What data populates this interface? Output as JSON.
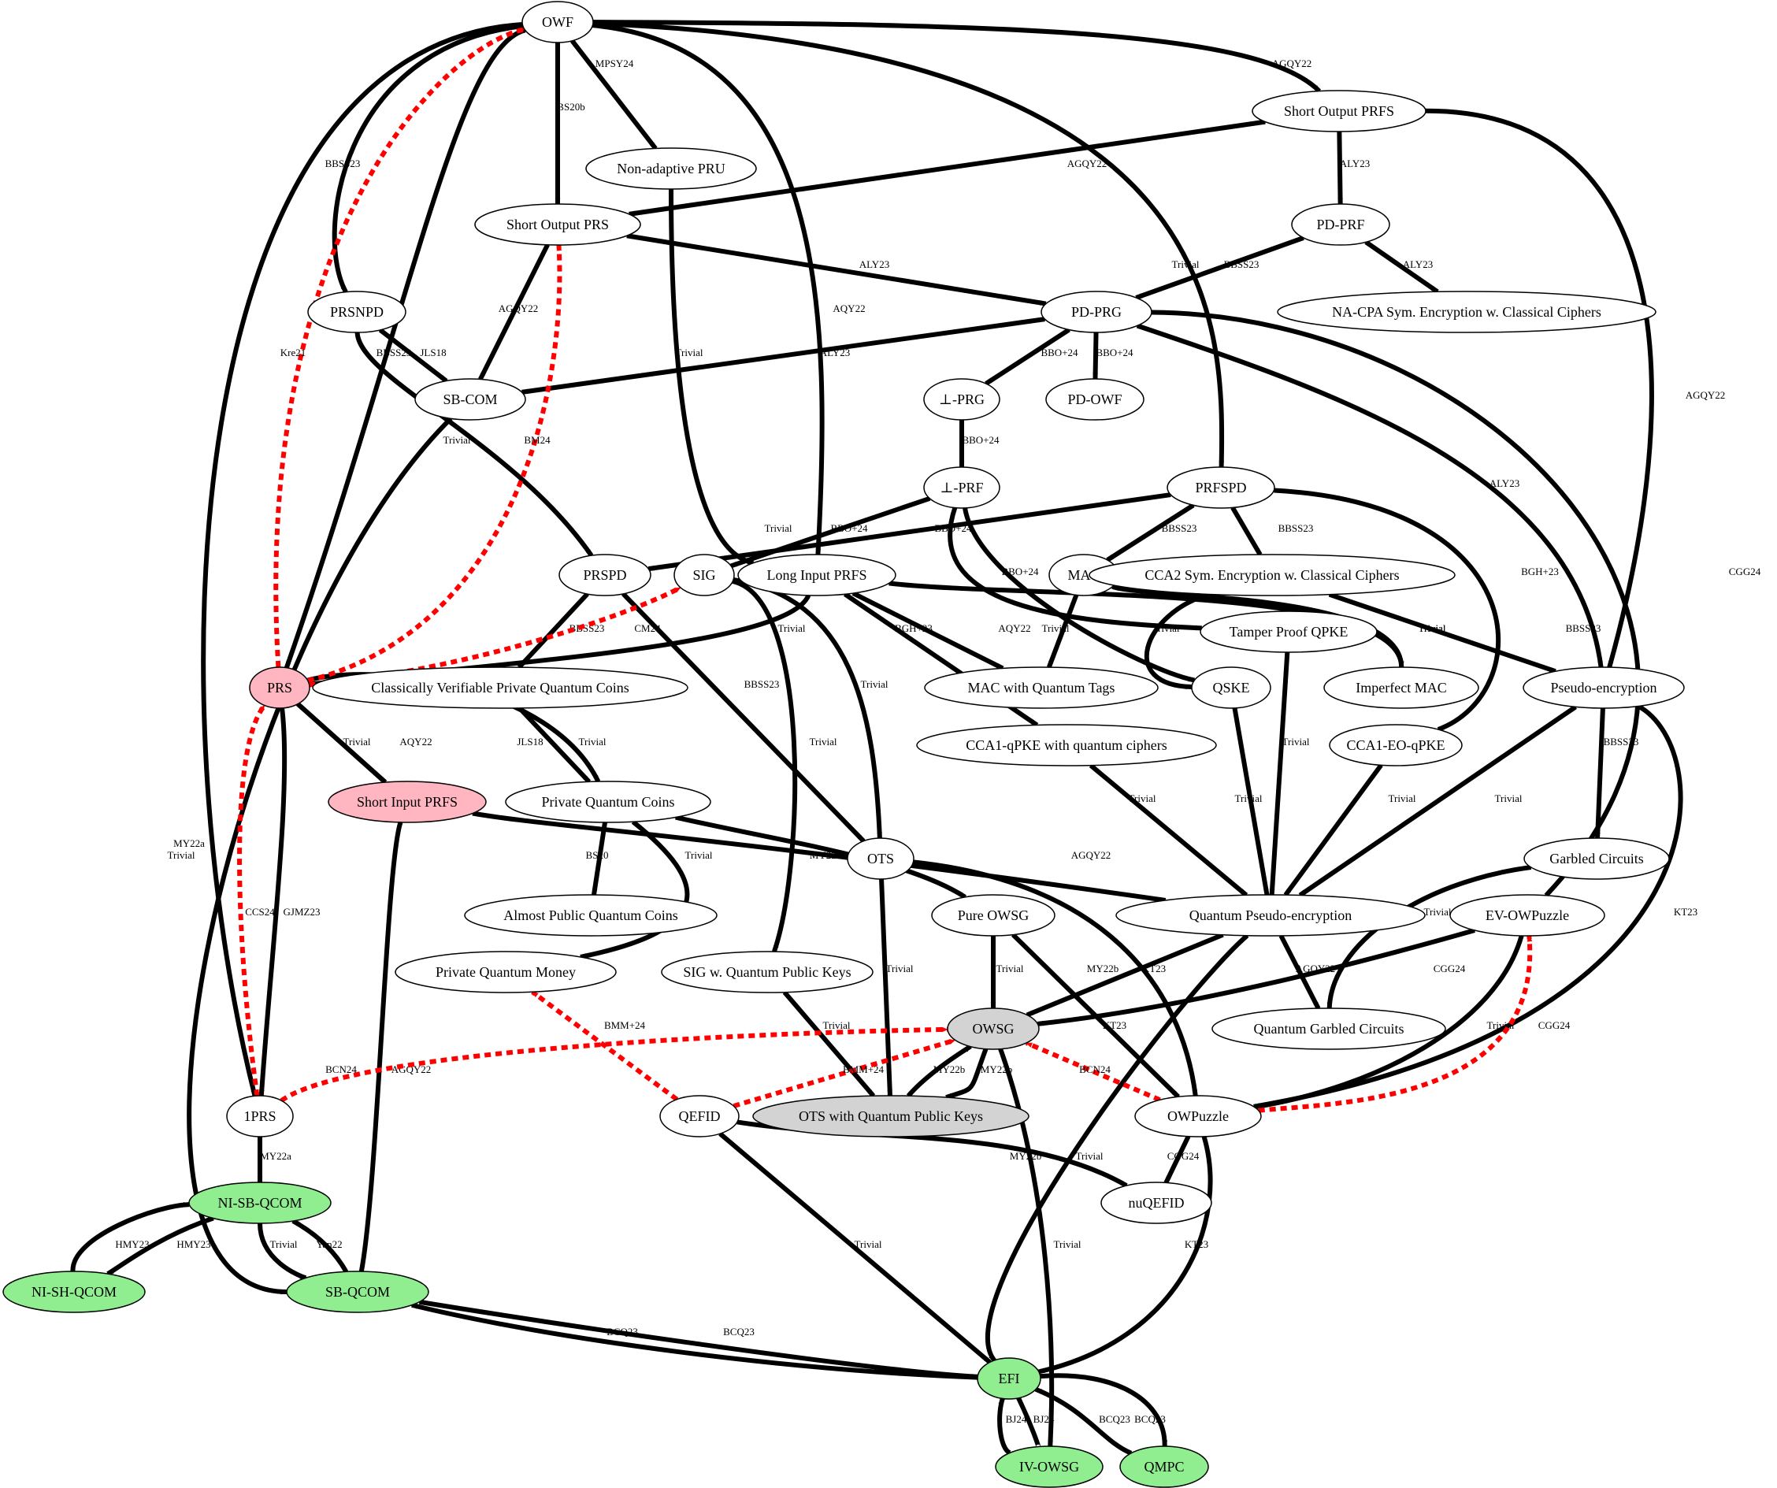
{
  "colors": {
    "background": "#ffffff",
    "stroke": "#000000",
    "dashed": "#ff0000",
    "node_default": "#ffffff",
    "node_pink": "#ffb6c1",
    "node_green": "#90ee90",
    "node_gray": "#d3d3d3"
  },
  "nodes": [
    {
      "id": "OWF",
      "label": "OWF",
      "fill": "default"
    },
    {
      "id": "SOPRFS",
      "label": "Short Output PRFS",
      "fill": "default"
    },
    {
      "id": "NAPRU",
      "label": "Non-adaptive PRU",
      "fill": "default"
    },
    {
      "id": "SOPRS",
      "label": "Short Output PRS",
      "fill": "default"
    },
    {
      "id": "PDPRF",
      "label": "PD-PRF",
      "fill": "default"
    },
    {
      "id": "PRSNPD",
      "label": "PRSNPD",
      "fill": "default"
    },
    {
      "id": "PDPRG",
      "label": "PD-PRG",
      "fill": "default"
    },
    {
      "id": "NACPA",
      "label": "NA-CPA Sym. Encryption w. Classical Ciphers",
      "fill": "default"
    },
    {
      "id": "SBCOM",
      "label": "SB-COM",
      "fill": "default"
    },
    {
      "id": "PRG_",
      "label": "⊥-PRG",
      "fill": "default"
    },
    {
      "id": "PDOWF",
      "label": "PD-OWF",
      "fill": "default"
    },
    {
      "id": "PRF_",
      "label": "⊥-PRF",
      "fill": "default"
    },
    {
      "id": "PRFSPD",
      "label": "PRFSPD",
      "fill": "default"
    },
    {
      "id": "PRSPD",
      "label": "PRSPD",
      "fill": "default"
    },
    {
      "id": "SIG",
      "label": "SIG",
      "fill": "default"
    },
    {
      "id": "LIPRFS",
      "label": "Long Input PRFS",
      "fill": "default"
    },
    {
      "id": "MAC",
      "label": "MAC",
      "fill": "default"
    },
    {
      "id": "CCA2",
      "label": "CCA2 Sym. Encryption w. Classical Ciphers",
      "fill": "default"
    },
    {
      "id": "TPQPKE",
      "label": "Tamper Proof QPKE",
      "fill": "default"
    },
    {
      "id": "PRS",
      "label": "PRS",
      "fill": "pink"
    },
    {
      "id": "CVPQC",
      "label": "Classically Verifiable Private Quantum Coins",
      "fill": "default"
    },
    {
      "id": "MACQT",
      "label": "MAC with Quantum Tags",
      "fill": "default"
    },
    {
      "id": "QSKE",
      "label": "QSKE",
      "fill": "default"
    },
    {
      "id": "IMAC",
      "label": "Imperfect MAC",
      "fill": "default"
    },
    {
      "id": "PSE",
      "label": "Pseudo-encryption",
      "fill": "default"
    },
    {
      "id": "CCA1Q",
      "label": "CCA1-qPKE with quantum ciphers",
      "fill": "default"
    },
    {
      "id": "CCA1EO",
      "label": "CCA1-EO-qPKE",
      "fill": "default"
    },
    {
      "id": "SIPRFS",
      "label": "Short Input PRFS",
      "fill": "pink"
    },
    {
      "id": "PQC",
      "label": "Private Quantum Coins",
      "fill": "default"
    },
    {
      "id": "OTS",
      "label": "OTS",
      "fill": "default"
    },
    {
      "id": "GC",
      "label": "Garbled Circuits",
      "fill": "default"
    },
    {
      "id": "APQC",
      "label": "Almost Public Quantum Coins",
      "fill": "default"
    },
    {
      "id": "POWSG",
      "label": "Pure OWSG",
      "fill": "default"
    },
    {
      "id": "QPSE",
      "label": "Quantum Pseudo-encryption",
      "fill": "default"
    },
    {
      "id": "EVOWP",
      "label": "EV-OWPuzzle",
      "fill": "default"
    },
    {
      "id": "PQM",
      "label": "Private Quantum Money",
      "fill": "default"
    },
    {
      "id": "SIGQPK",
      "label": "SIG w. Quantum Public Keys",
      "fill": "default"
    },
    {
      "id": "OWSG",
      "label": "OWSG",
      "fill": "gray"
    },
    {
      "id": "QGC",
      "label": "Quantum Garbled Circuits",
      "fill": "default"
    },
    {
      "id": "OTSQPK",
      "label": "OTS with Quantum Public Keys",
      "fill": "gray"
    },
    {
      "id": "ONEPRS",
      "label": "1PRS",
      "fill": "default"
    },
    {
      "id": "QEFID",
      "label": "QEFID",
      "fill": "default"
    },
    {
      "id": "OWP",
      "label": "OWPuzzle",
      "fill": "default"
    },
    {
      "id": "NISBQ",
      "label": "NI-SB-QCOM",
      "fill": "green"
    },
    {
      "id": "NUQEFID",
      "label": "nuQEFID",
      "fill": "default"
    },
    {
      "id": "NISHQ",
      "label": "NI-SH-QCOM",
      "fill": "green"
    },
    {
      "id": "SBQ",
      "label": "SB-QCOM",
      "fill": "green"
    },
    {
      "id": "EFI",
      "label": "EFI",
      "fill": "green"
    },
    {
      "id": "IVOWSG",
      "label": "IV-OWSG",
      "fill": "green"
    },
    {
      "id": "QMPC",
      "label": "QMPC",
      "fill": "green"
    }
  ],
  "edges": [
    {
      "from": "OWF",
      "to": "SOPRFS",
      "label": "AGQY22",
      "style": "solid"
    },
    {
      "from": "OWF",
      "to": "NAPRU",
      "label": "MPSY24",
      "style": "solid"
    },
    {
      "from": "OWF",
      "to": "SOPRS",
      "label": "BS20b",
      "style": "solid"
    },
    {
      "from": "OWF",
      "to": "PRSNPD",
      "label": "BBSS23",
      "style": "solid"
    },
    {
      "from": "OWF",
      "to": "PRS",
      "label": "JLS18",
      "style": "solid"
    },
    {
      "from": "OWF",
      "to": "LIPRFS",
      "label": "AQY22",
      "style": "solid"
    },
    {
      "from": "OWF",
      "to": "PRFSPD",
      "label": "BBSS23",
      "style": "solid"
    },
    {
      "from": "OWF",
      "to": "ONEPRS",
      "label": "MY22a",
      "style": "solid"
    },
    {
      "from": "SOPRFS",
      "to": "SOPRS",
      "label": "AGQY22",
      "style": "solid"
    },
    {
      "from": "SOPRFS",
      "to": "PDPRF",
      "label": "ALY23",
      "style": "solid"
    },
    {
      "from": "SOPRFS",
      "to": "PSE",
      "label": "AGQY22",
      "style": "solid"
    },
    {
      "from": "SOPRS",
      "to": "PDPRG",
      "label": "ALY23",
      "style": "solid"
    },
    {
      "from": "SOPRS",
      "to": "SBCOM",
      "label": "AGQY22",
      "style": "solid"
    },
    {
      "from": "PDPRF",
      "to": "PDPRG",
      "label": "Trivial",
      "style": "solid"
    },
    {
      "from": "PDPRF",
      "to": "NACPA",
      "label": "ALY23",
      "style": "solid"
    },
    {
      "from": "PRSNPD",
      "to": "SBCOM",
      "label": "BBSS23",
      "style": "solid"
    },
    {
      "from": "PRSNPD",
      "to": "PRSPD",
      "label": "Trivial",
      "style": "solid"
    },
    {
      "from": "PDPRG",
      "to": "SBCOM",
      "label": "ALY23",
      "style": "solid"
    },
    {
      "from": "PDPRG",
      "to": "PRG_",
      "label": "BBO+24",
      "style": "solid"
    },
    {
      "from": "PDPRG",
      "to": "PDOWF",
      "label": "BBO+24",
      "style": "solid"
    },
    {
      "from": "PDPRG",
      "to": "PSE",
      "label": "ALY23",
      "style": "solid"
    },
    {
      "from": "PDPRG",
      "to": "EVOWP",
      "label": "CGG24",
      "style": "solid"
    },
    {
      "from": "PRG_",
      "to": "PRF_",
      "label": "BBO+24",
      "style": "solid"
    },
    {
      "from": "PRF_",
      "to": "SIG",
      "label": "BBO+24",
      "style": "solid"
    },
    {
      "from": "PRF_",
      "to": "TPQPKE",
      "label": "BBO+24",
      "style": "solid"
    },
    {
      "from": "PRF_",
      "to": "QSKE",
      "label": "BBO+24",
      "style": "solid"
    },
    {
      "from": "NAPRU",
      "to": "LIPRFS",
      "label": "Trivial",
      "style": "solid"
    },
    {
      "from": "PRFSPD",
      "to": "PRSPD",
      "label": "Trivial",
      "style": "solid"
    },
    {
      "from": "PRFSPD",
      "to": "MAC",
      "label": "BBSS23",
      "style": "solid"
    },
    {
      "from": "PRFSPD",
      "to": "CCA2",
      "label": "BBSS23",
      "style": "solid"
    },
    {
      "from": "PRFSPD",
      "to": "CCA1EO",
      "label": "BGH+23",
      "style": "solid"
    },
    {
      "from": "PRSPD",
      "to": "CVPQC",
      "label": "BBSS23",
      "style": "solid"
    },
    {
      "from": "PRSPD",
      "to": "OTS",
      "label": "BBSS23",
      "style": "solid"
    },
    {
      "from": "LIPRFS",
      "to": "PRS",
      "label": "Trivial",
      "style": "solid"
    },
    {
      "from": "LIPRFS",
      "to": "MACQT",
      "label": "AQY22",
      "style": "solid"
    },
    {
      "from": "LIPRFS",
      "to": "CCA1Q",
      "label": "BGH+23",
      "style": "solid"
    },
    {
      "from": "LIPRFS",
      "to": "IMAC",
      "label": "Trivial",
      "style": "solid"
    },
    {
      "from": "MAC",
      "to": "MACQT",
      "label": "Trivial",
      "style": "solid"
    },
    {
      "from": "MAC",
      "to": "IMAC",
      "label": "Trivial",
      "style": "solid"
    },
    {
      "from": "CCA2",
      "to": "QSKE",
      "label": "Trivial",
      "style": "solid"
    },
    {
      "from": "CCA2",
      "to": "PSE",
      "label": "BBSS23",
      "style": "solid"
    },
    {
      "from": "SIG",
      "to": "OTS",
      "label": "Trivial",
      "style": "solid"
    },
    {
      "from": "SIG",
      "to": "SIGQPK",
      "label": "Trivial",
      "style": "solid"
    },
    {
      "from": "SBCOM",
      "to": "SBQ",
      "label": "Trivial",
      "style": "solid"
    },
    {
      "from": "PRS",
      "to": "SIPRFS",
      "label": "AQY22",
      "style": "solid"
    },
    {
      "from": "PRS",
      "to": "PQC",
      "label": "JLS18",
      "style": "solid"
    },
    {
      "from": "PRS",
      "to": "ONEPRS",
      "label": "GJMZ23",
      "style": "solid"
    },
    {
      "from": "SIPRFS",
      "to": "PRS",
      "label": "Trivial",
      "style": "solid"
    },
    {
      "from": "SIPRFS",
      "to": "SBQ",
      "label": "AGQY22",
      "style": "solid"
    },
    {
      "from": "SIPRFS",
      "to": "QPSE",
      "label": "AGQY22",
      "style": "solid"
    },
    {
      "from": "CVPQC",
      "to": "PQC",
      "label": "Trivial",
      "style": "solid"
    },
    {
      "from": "PQC",
      "to": "APQC",
      "label": "BS20",
      "style": "solid"
    },
    {
      "from": "PQC",
      "to": "PQM",
      "label": "Trivial",
      "style": "solid"
    },
    {
      "from": "PQC",
      "to": "POWSG",
      "label": "MY22b",
      "style": "solid"
    },
    {
      "from": "TPQPKE",
      "to": "QPSE",
      "label": "Trivial",
      "style": "solid"
    },
    {
      "from": "QSKE",
      "to": "QPSE",
      "label": "Trivial",
      "style": "solid"
    },
    {
      "from": "CCA1Q",
      "to": "QPSE",
      "label": "Trivial",
      "style": "solid"
    },
    {
      "from": "CCA1EO",
      "to": "QPSE",
      "label": "Trivial",
      "style": "solid"
    },
    {
      "from": "PSE",
      "to": "QPSE",
      "label": "Trivial",
      "style": "solid"
    },
    {
      "from": "PSE",
      "to": "GC",
      "label": "BBSS23",
      "style": "solid"
    },
    {
      "from": "PSE",
      "to": "OWP",
      "label": "KT23",
      "style": "solid"
    },
    {
      "from": "GC",
      "to": "QGC",
      "label": "Trivial",
      "style": "solid"
    },
    {
      "from": "OTS",
      "to": "OTSQPK",
      "label": "Trivial",
      "style": "solid"
    },
    {
      "from": "OTS",
      "to": "OWP",
      "label": "KT23",
      "style": "solid"
    },
    {
      "from": "POWSG",
      "to": "OWSG",
      "label": "Trivial",
      "style": "solid"
    },
    {
      "from": "POWSG",
      "to": "OWP",
      "label": "KT23",
      "style": "solid"
    },
    {
      "from": "QPSE",
      "to": "OWSG",
      "label": "MY22b",
      "style": "solid"
    },
    {
      "from": "QPSE",
      "to": "QGC",
      "label": "AGQY22",
      "style": "solid"
    },
    {
      "from": "QPSE",
      "to": "EFI",
      "label": "MY22b",
      "style": "solid"
    },
    {
      "from": "EVOWP",
      "to": "OWSG",
      "label": "CGG24",
      "style": "solid"
    },
    {
      "from": "EVOWP",
      "to": "OWP",
      "label": "Trivial",
      "style": "solid"
    },
    {
      "from": "SIGQPK",
      "to": "OTSQPK",
      "label": "Trivial",
      "style": "solid"
    },
    {
      "from": "OWSG",
      "to": "OTSQPK",
      "label": "MY22b",
      "style": "solid"
    },
    {
      "from": "OTSQPK",
      "to": "OWSG",
      "label": "MY22b",
      "style": "solid"
    },
    {
      "from": "OWSG",
      "to": "IVOWSG",
      "label": "Trivial",
      "style": "solid"
    },
    {
      "from": "OWP",
      "to": "NUQEFID",
      "label": "CGG24",
      "style": "solid"
    },
    {
      "from": "OWP",
      "to": "EFI",
      "label": "KT23",
      "style": "solid"
    },
    {
      "from": "QEFID",
      "to": "NUQEFID",
      "label": "Trivial",
      "style": "solid"
    },
    {
      "from": "QEFID",
      "to": "EFI",
      "label": "Trivial",
      "style": "solid"
    },
    {
      "from": "ONEPRS",
      "to": "NISBQ",
      "label": "MY22a",
      "style": "solid"
    },
    {
      "from": "NISBQ",
      "to": "NISHQ",
      "label": "HMY23",
      "style": "solid"
    },
    {
      "from": "NISHQ",
      "to": "NISBQ",
      "label": "HMY23",
      "style": "solid"
    },
    {
      "from": "NISBQ",
      "to": "SBQ",
      "label": "Trivial",
      "style": "solid"
    },
    {
      "from": "SBQ",
      "to": "NISBQ",
      "label": "Yan22",
      "style": "solid"
    },
    {
      "from": "SBQ",
      "to": "EFI",
      "label": "BCQ23",
      "style": "solid"
    },
    {
      "from": "EFI",
      "to": "SBQ",
      "label": "BCQ23",
      "style": "solid"
    },
    {
      "from": "EFI",
      "to": "QMPC",
      "label": "BCQ23",
      "style": "solid"
    },
    {
      "from": "QMPC",
      "to": "EFI",
      "label": "BCQ23",
      "style": "solid"
    },
    {
      "from": "EFI",
      "to": "IVOWSG",
      "label": "BJ24",
      "style": "solid"
    },
    {
      "from": "IVOWSG",
      "to": "EFI",
      "label": "BJ24",
      "style": "solid"
    },
    {
      "from": "PRS",
      "to": "OWF",
      "label": "Kre21",
      "style": "dashed"
    },
    {
      "from": "PRS",
      "to": "SOPRS",
      "label": "BM24",
      "style": "dashed"
    },
    {
      "from": "PRS",
      "to": "SIG",
      "label": "CM24",
      "style": "dashed"
    },
    {
      "from": "ONEPRS",
      "to": "PRS",
      "label": "CCS24",
      "style": "dashed"
    },
    {
      "from": "ONEPRS",
      "to": "OWSG",
      "label": "BCN24",
      "style": "dashed"
    },
    {
      "from": "QEFID",
      "to": "PQM",
      "label": "BMM+24",
      "style": "dashed"
    },
    {
      "from": "QEFID",
      "to": "OWSG",
      "label": "BMM+24",
      "style": "dashed"
    },
    {
      "from": "OWP",
      "to": "OWSG",
      "label": "BCN24",
      "style": "dashed"
    },
    {
      "from": "OWP",
      "to": "EVOWP",
      "label": "CGG24",
      "style": "dashed"
    }
  ]
}
